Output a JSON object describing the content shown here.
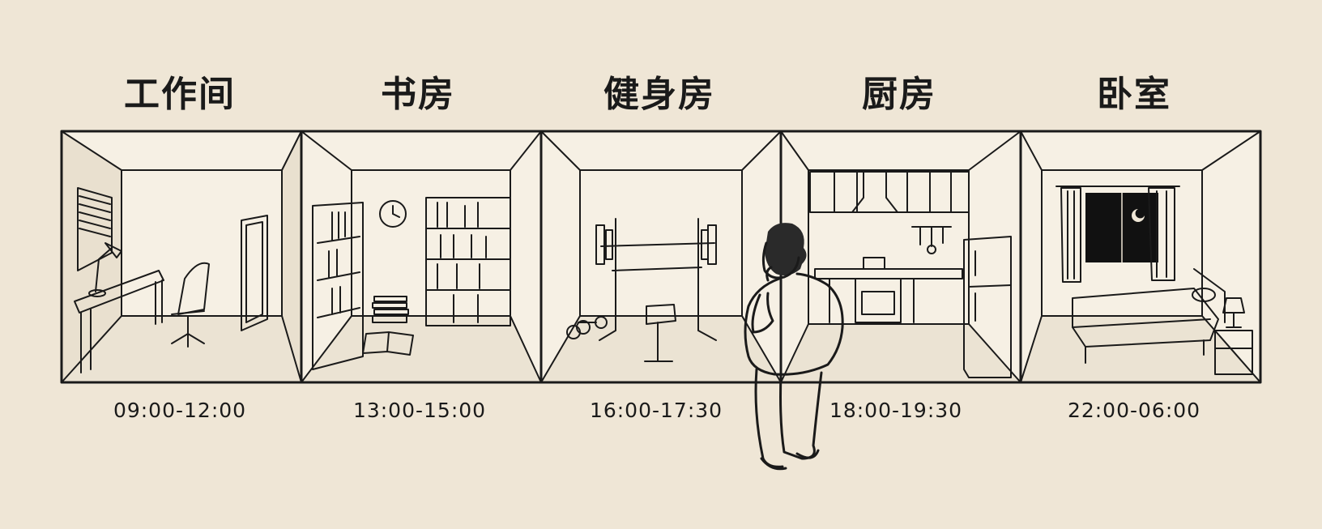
{
  "rooms": [
    {
      "title": "工作间",
      "time": "09:00-12:00"
    },
    {
      "title": "书房",
      "time": "13:00-15:00"
    },
    {
      "title": "健身房",
      "time": "16:00-17:30"
    },
    {
      "title": "厨房",
      "time": "18:00-19:30"
    },
    {
      "title": "卧室",
      "time": "22:00-06:00"
    }
  ],
  "colors": {
    "background": "#efe6d6",
    "ink": "#1a1a1a"
  }
}
